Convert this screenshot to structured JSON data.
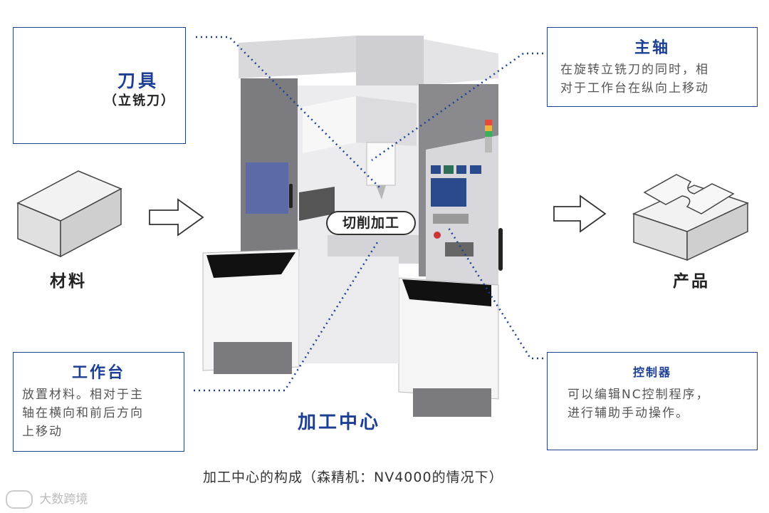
{
  "tool_box": {
    "title": "刀具",
    "subtitle": "（立铣刀）"
  },
  "spindle_box": {
    "title": "主轴",
    "desc_lines": [
      "在旋转立铣刀的同时，相",
      "对于工作台在纵向上移动"
    ]
  },
  "table_box": {
    "title": "工作台",
    "desc_lines": [
      "放置材料。相对于主",
      "轴在横向和前后方向",
      "上移动"
    ]
  },
  "controller_box": {
    "title": "控制器",
    "desc_lines": [
      "可以编辑NC控制程序，",
      "进行辅助手动操作。"
    ]
  },
  "material_label": "材料",
  "product_label": "产品",
  "cutting_label": "切削加工",
  "machine_label": "加工中心",
  "caption": "加工中心的构成（森精机：NV4000的情况下）",
  "watermark": "大数跨境",
  "colors": {
    "accent_blue": "#1c3f94",
    "dotted_line": "#1f3f8f",
    "machine_gray": "#8a8a8e",
    "panel_blue": "#2b4a8b"
  },
  "icons": [
    "end-mill-icon",
    "material-block-icon",
    "product-block-icon",
    "arrow-right-icon",
    "signal-tower-icon"
  ]
}
